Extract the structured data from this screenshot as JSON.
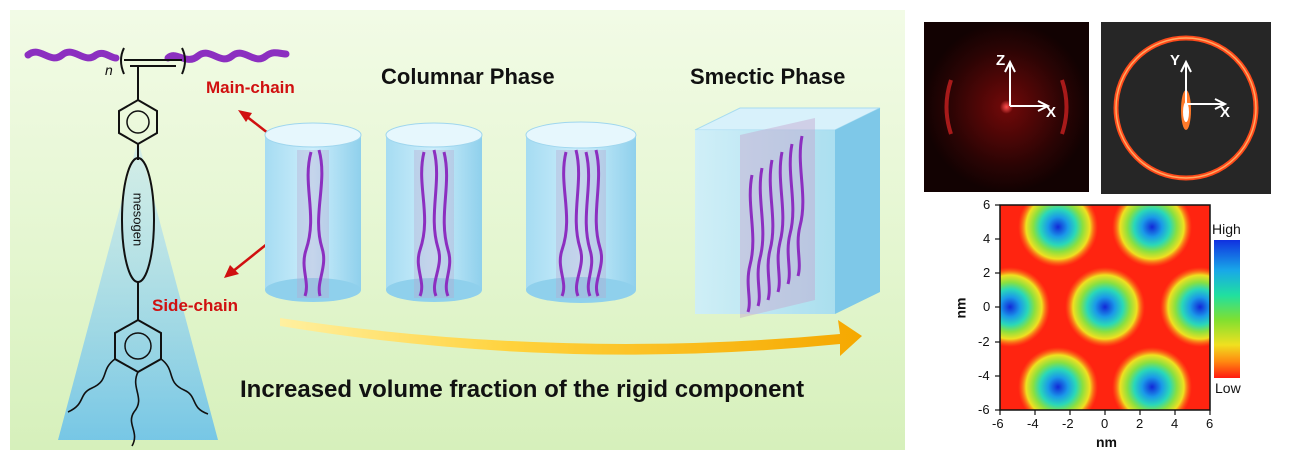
{
  "diagram": {
    "main_chain_label": "Main-chain",
    "side_chain_label": "Side-chain",
    "mesogen_label": "mesogen",
    "repeat_subscript": "n",
    "columnar_title": "Columnar Phase",
    "smectic_title": "Smectic Phase",
    "caption": "Increased volume fraction of the rigid component"
  },
  "saxs": {
    "left_axes": [
      "Z",
      "X"
    ],
    "right_axes": [
      "Y",
      "X"
    ]
  },
  "density_map": {
    "x_label": "nm",
    "y_label": "nm",
    "x_ticks": [
      "-6",
      "-4",
      "-2",
      "0",
      "2",
      "4",
      "6"
    ],
    "y_ticks": [
      "6",
      "4",
      "2",
      "0",
      "-2",
      "-4",
      "-6"
    ],
    "legend_high": "High",
    "legend_low": "Low"
  },
  "colors": {
    "chain": "#8c2fc0",
    "label_red": "#d01010",
    "arrow_orange": "#f5b800"
  }
}
